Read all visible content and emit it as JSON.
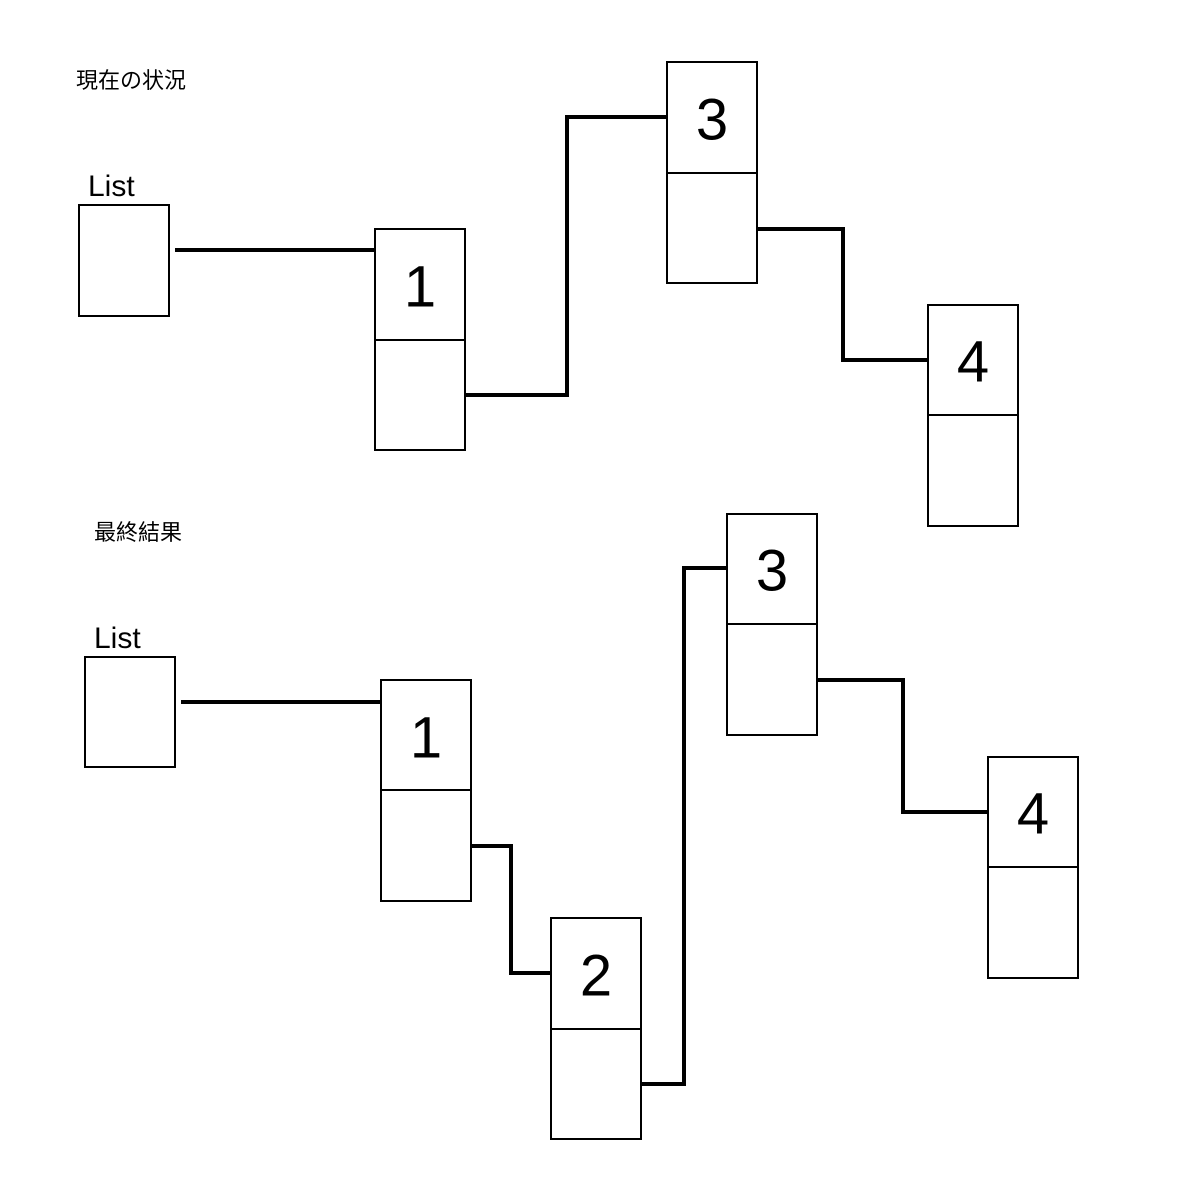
{
  "current": {
    "title": "現在の状況",
    "list_label": "List",
    "nodes": [
      "1",
      "3",
      "4"
    ]
  },
  "final": {
    "title": "最終結果",
    "list_label": "List",
    "nodes": [
      "1",
      "2",
      "3",
      "4"
    ]
  }
}
